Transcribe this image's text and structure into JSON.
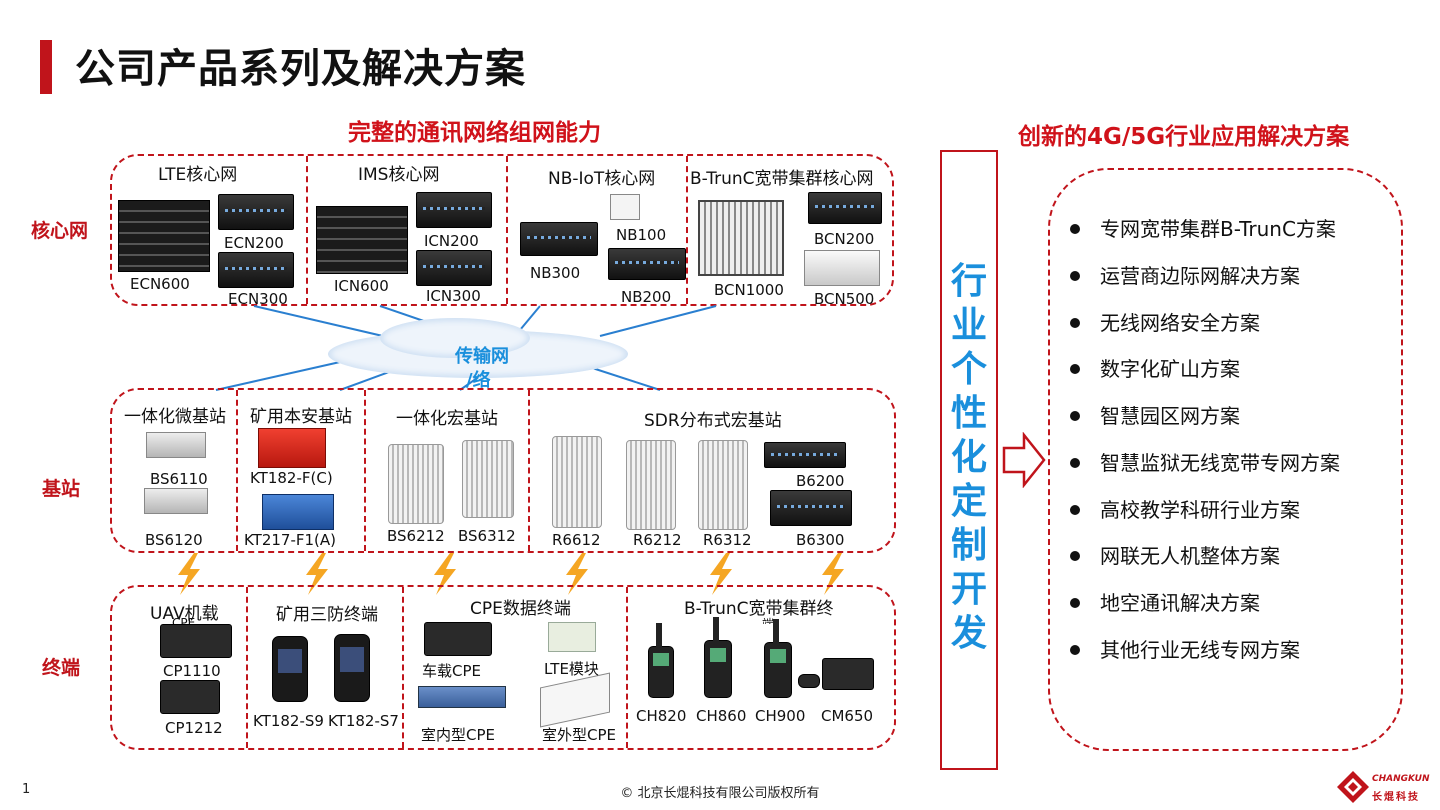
{
  "header": {
    "title": "公司产品系列及解决方案"
  },
  "left_subtitle": "完整的通讯网络组网能力",
  "right_subtitle": "创新的4G/5G行业应用解决方案",
  "rows": {
    "core": "核心网",
    "base": "基站",
    "terminal": "终端"
  },
  "core": {
    "lte": {
      "title": "LTE核心网",
      "devices": [
        "ECN600",
        "ECN200",
        "ECN300"
      ]
    },
    "ims": {
      "title": "IMS核心网",
      "devices": [
        "ICN600",
        "ICN200",
        "ICN300"
      ]
    },
    "nbiot": {
      "title": "NB-IoT核心网",
      "devices": [
        "NB300",
        "NB100",
        "NB200"
      ]
    },
    "btrunc": {
      "title": "B-TrunC宽带集群核心网",
      "devices": [
        "BCN1000",
        "BCN200",
        "BCN500"
      ]
    }
  },
  "transport": {
    "line1": "传输网",
    "line2": "/络"
  },
  "base": {
    "micro": {
      "title": "一体化微基站",
      "devices": [
        "BS6110",
        "BS6120"
      ]
    },
    "mine": {
      "title": "矿用本安基站",
      "devices": [
        "KT182-F(C)",
        "KT217-F1(A)"
      ]
    },
    "macro": {
      "title": "一体化宏基站",
      "devices": [
        "BS6212",
        "BS6312"
      ]
    },
    "sdr": {
      "title": "SDR分布式宏基站",
      "devices": [
        "R6612",
        "R6212",
        "R6312",
        "B6200",
        "B6300"
      ]
    }
  },
  "terminal": {
    "uav": {
      "title": "UAV机载",
      "title2": "CPE",
      "devices": [
        "CP1110",
        "CP1212"
      ]
    },
    "mine": {
      "title": "矿用三防终端",
      "devices": [
        "KT182-S9",
        "KT182-S7"
      ]
    },
    "cpe": {
      "title": "CPE数据终端",
      "devices": [
        "车载CPE",
        "LTE模块",
        "室内型CPE",
        "室外型CPE"
      ]
    },
    "btrunc": {
      "title": "B-TrunC宽带集群终",
      "title2": "端",
      "devices": [
        "CH820",
        "CH860",
        "CH900",
        "CM650"
      ]
    }
  },
  "vertical": {
    "text": "行业个性化定制开发"
  },
  "solutions": [
    "专网宽带集群B-TrunC方案",
    "运营商边际网解决方案",
    "无线网络安全方案",
    "数字化矿山方案",
    "智慧园区网方案",
    "智慧监狱无线宽带专网方案",
    "高校教学科研行业方案",
    "网联无人机整体方案",
    "地空通讯解决方案",
    "其他行业无线专网方案"
  ],
  "footer": {
    "page": "1",
    "copyright": "© 北京长焜科技有限公司版权所有"
  },
  "logo": {
    "en": "CHANGKUN",
    "cn": "长焜科技"
  },
  "colors": {
    "accent_red": "#c0141b",
    "link_blue": "#1a8fdc",
    "bolt_orange": "#f5a623"
  },
  "icons": [
    "lightning-icon",
    "cloud-icon",
    "arrow-right-icon",
    "bullet-dot-icon",
    "changkun-logo-icon"
  ]
}
